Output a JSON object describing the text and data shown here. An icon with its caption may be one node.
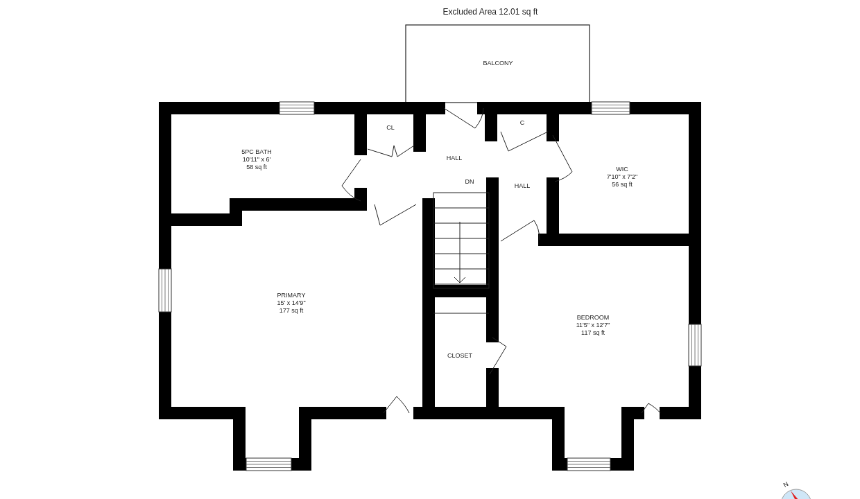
{
  "diagram": {
    "nodes": [
      {
        "text": [
          "BALCONY"
        ]
      },
      {
        "text": [
          "5PC BATH",
          "10'11\" x 6'",
          "58 sq ft"
        ]
      },
      {
        "text": [
          "CL"
        ]
      },
      {
        "text": [
          "HALL"
        ]
      },
      {
        "text": [
          "C"
        ]
      },
      {
        "text": [
          "HALL"
        ]
      },
      {
        "text": [
          "WIC",
          "7'10\" x 7'2\"",
          "56 sq ft"
        ]
      },
      {
        "text": [
          "PRIMARY",
          "15' x 14'9\"",
          "177 sq ft"
        ]
      },
      {
        "text": [
          "CLOSET"
        ]
      },
      {
        "text": [
          "BEDROOM",
          "11'5\" x 12'7\"",
          "117 sq ft"
        ]
      }
    ],
    "labels": [
      "Excluded Area 12.01 sq ft",
      "DN",
      "N"
    ]
  }
}
